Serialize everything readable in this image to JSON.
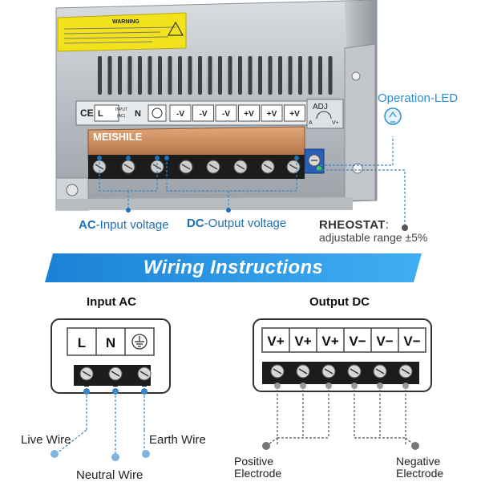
{
  "photo": {
    "warning_label": "WARNING",
    "brand": "MEISHILE",
    "ce_mark": "CE",
    "input_label": "INPUT",
    "ac_label": "(AC)",
    "terminal_L": "L",
    "terminal_N": "N",
    "terminals_right": [
      "-V",
      "-V",
      "-V",
      "+V",
      "+V",
      "+V"
    ],
    "adj_label": "ADJ",
    "adj_a": "A",
    "adj_v": "V+"
  },
  "callouts": {
    "ac_prefix": "AC",
    "ac_rest": "-Input voltage",
    "dc_prefix": "DC",
    "dc_rest": "-Output voltage",
    "rheostat_title": "RHEOSTAT",
    "rheostat_colon": ":",
    "rheostat_desc": "adjustable range ±5%",
    "operation_led": "Operation-LED"
  },
  "banner": {
    "title": "Wiring Instructions"
  },
  "input_ac": {
    "title": "Input AC",
    "cells": [
      "L",
      "N"
    ],
    "labels": {
      "live": "Live Wire",
      "neutral": "Neutral Wire",
      "earth": "Earth Wire"
    }
  },
  "output_dc": {
    "title": "Output DC",
    "cells": [
      "V+",
      "V+",
      "V+",
      "V−",
      "V−",
      "V−"
    ],
    "labels": {
      "positive_1": "Positive",
      "positive_2": "Electrode",
      "negative_1": "Negative",
      "negative_2": "Electrode"
    }
  },
  "colors": {
    "accent_blue": "#1e88d8",
    "callout_blue": "#1e6fb5",
    "copper": "#c98a5c",
    "warning_yellow": "#f2e21c"
  }
}
